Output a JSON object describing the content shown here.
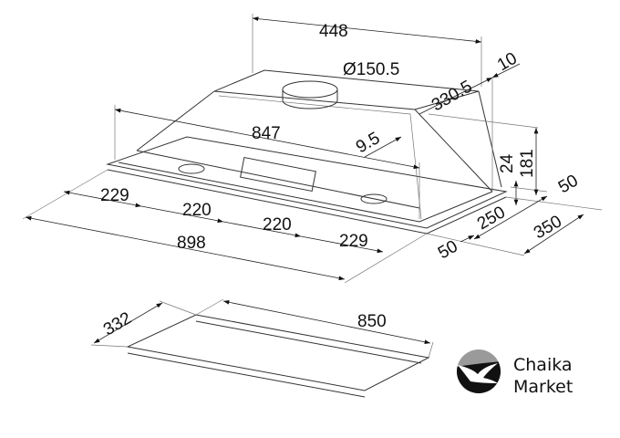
{
  "dimensions": {
    "top_width": "448",
    "duct_diameter": "Ø150.5",
    "top_depth": "330.5",
    "rear_offset": "10",
    "inner_width": "847",
    "front_offset": "9.5",
    "frame_height": "24",
    "total_height": "181",
    "rear_margin": "50",
    "seg_1": "229",
    "seg_2": "220",
    "seg_3": "220",
    "seg_4": "229",
    "total_width": "898",
    "inner_depth": "250",
    "total_depth": "350",
    "front_margin": "50",
    "cutout_depth": "332",
    "cutout_width": "850"
  },
  "logo": {
    "line1": "Chaika",
    "line2": "Market"
  },
  "colors": {
    "line": "#333333",
    "logo_gray": "#9a9a9a",
    "logo_black": "#111111"
  }
}
